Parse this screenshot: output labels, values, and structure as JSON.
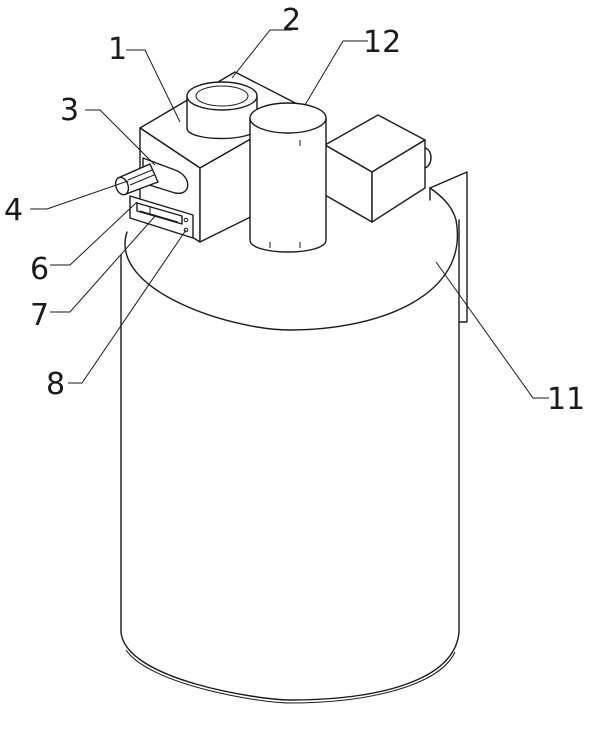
{
  "figure": {
    "labels": [
      {
        "id": "label-1",
        "text": "1"
      },
      {
        "id": "label-2",
        "text": "2"
      },
      {
        "id": "label-12",
        "text": "12"
      },
      {
        "id": "label-3",
        "text": "3"
      },
      {
        "id": "label-4",
        "text": "4"
      },
      {
        "id": "label-6",
        "text": "6"
      },
      {
        "id": "label-7",
        "text": "7"
      },
      {
        "id": "label-8",
        "text": "8"
      },
      {
        "id": "label-11",
        "text": "11"
      }
    ],
    "line_color": "#1a1a1a",
    "background": "#ffffff"
  }
}
